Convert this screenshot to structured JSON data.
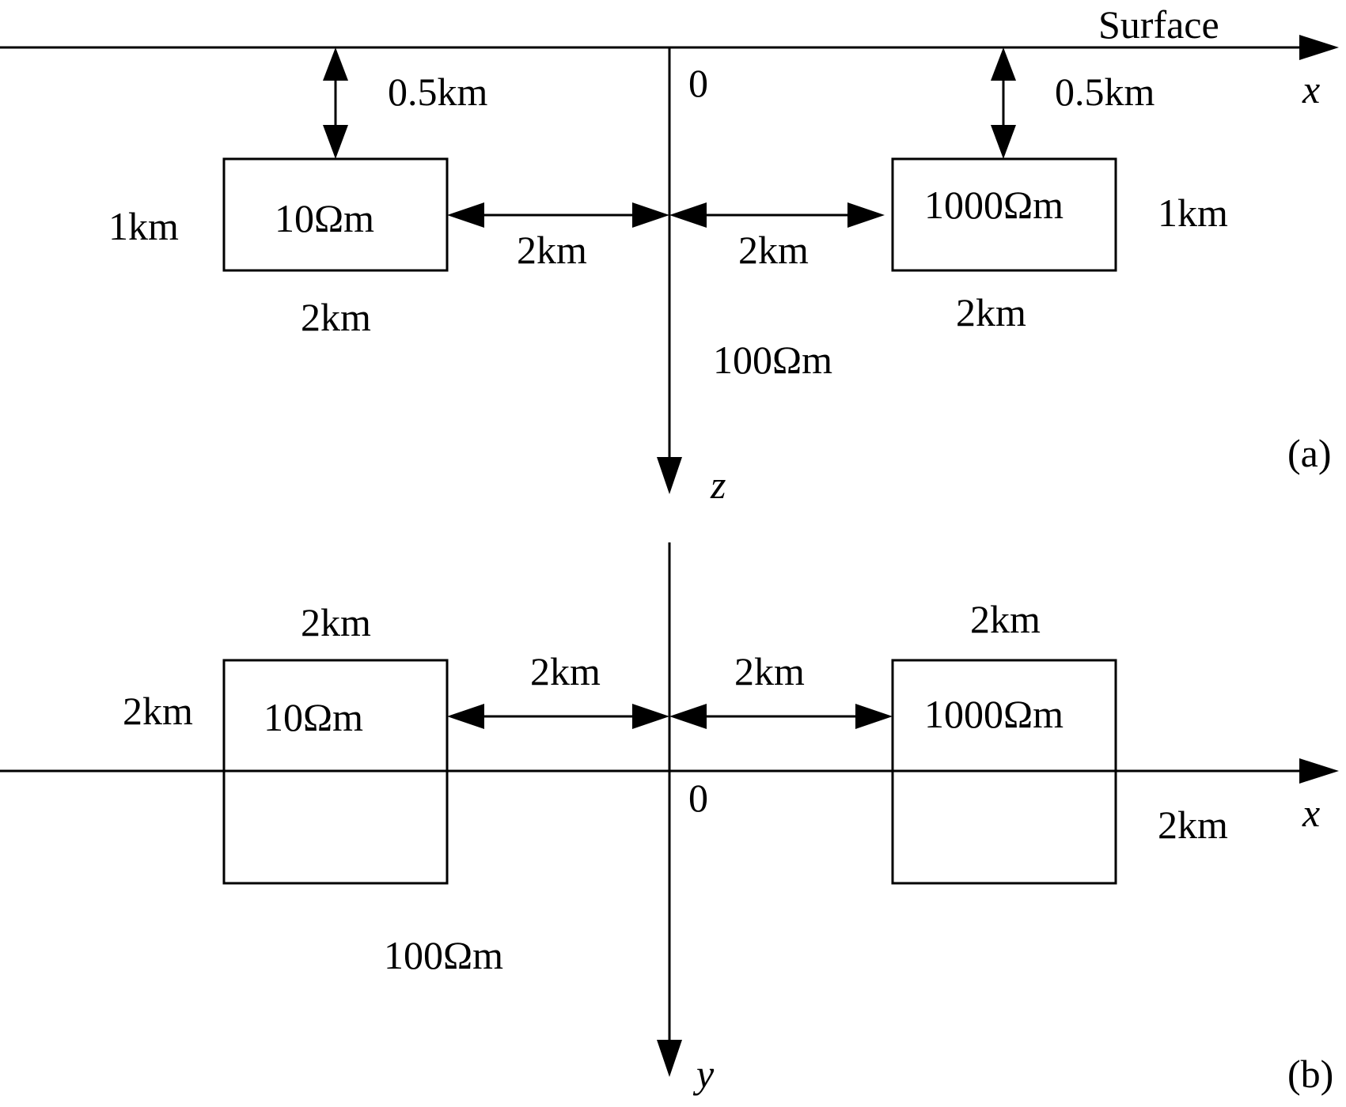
{
  "panel_a": {
    "surface_label": "Surface",
    "origin_label": "0",
    "x_axis_label": "x",
    "z_axis_label": "z",
    "panel_label": "(a)",
    "left_depth_label": "0.5km",
    "right_depth_label": "0.5km",
    "left_block": {
      "resistivity": "10Ωm",
      "height_label": "1km",
      "width_label": "2km"
    },
    "right_block": {
      "resistivity": "1000Ωm",
      "height_label": "1km",
      "width_label": "2km"
    },
    "left_offset_label": "2km",
    "right_offset_label": "2km",
    "background_resistivity": "100Ωm"
  },
  "panel_b": {
    "origin_label": "0",
    "x_axis_label": "x",
    "y_axis_label": "y",
    "panel_label": "(b)",
    "left_block": {
      "resistivity": "10Ωm",
      "width_label": "2km",
      "height_label": "2km"
    },
    "right_block": {
      "resistivity": "1000Ωm",
      "width_label": "2km",
      "height_label": "2km"
    },
    "left_offset_label": "2km",
    "right_offset_label": "2km",
    "background_resistivity": "100Ωm"
  }
}
